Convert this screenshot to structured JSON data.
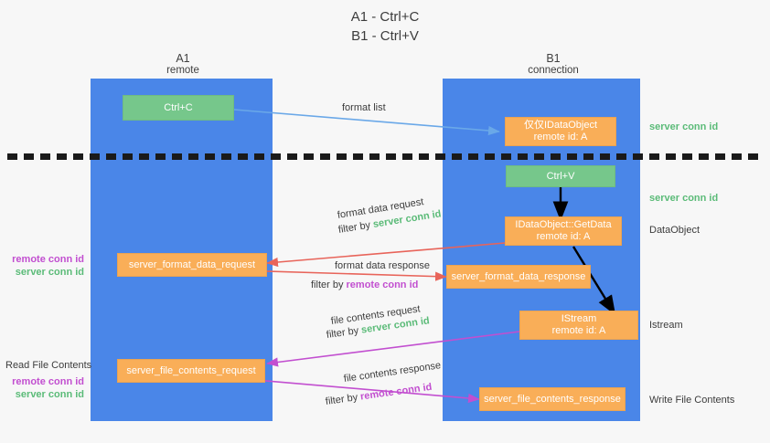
{
  "title": {
    "line1": "A1 - Ctrl+C",
    "line2": "B1 - Ctrl+V"
  },
  "columns": [
    {
      "id": "a1",
      "name": "A1",
      "role": "remote"
    },
    {
      "id": "b1",
      "name": "B1",
      "role": "connection"
    }
  ],
  "colors": {
    "lane": "#4a86e8",
    "green_box": "#76c78b",
    "orange_box": "#f9ae58",
    "server_conn_id": "#5bbb78",
    "remote_conn_id": "#c24fd0",
    "red_arrow": "#e8645a",
    "magenta_arrow": "#c24fd0",
    "blue_arrow": "#6aa8e8",
    "black_arrow": "#000000",
    "background": "#f7f7f7"
  },
  "boxes": {
    "ctrl_c": {
      "line1": "Ctrl+C"
    },
    "ctrl_v": {
      "line1": "Ctrl+V"
    },
    "idataobject_top": {
      "line1": "仅仅IDataObject",
      "line2": "remote id: A"
    },
    "idataobject_getdata": {
      "line1": "IDataObject::GetData",
      "line2": "remote id: A"
    },
    "istream": {
      "line1": "IStream",
      "line2": "remote id: A"
    },
    "server_format_data_request": {
      "line1": "server_format_data_request"
    },
    "server_format_data_response": {
      "line1": "server_format_data_response"
    },
    "server_file_contents_request": {
      "line1": "server_file_contents_request"
    },
    "server_file_contents_response": {
      "line1": "server_file_contents_response"
    }
  },
  "right_labels": [
    {
      "id": "server-conn-id-1",
      "text": "server conn id",
      "kind": "server"
    },
    {
      "id": "server-conn-id-2",
      "text": "server conn id",
      "kind": "server"
    },
    {
      "id": "dataobject",
      "text": "DataObject",
      "kind": "plain"
    },
    {
      "id": "istream",
      "text": "Istream",
      "kind": "plain"
    },
    {
      "id": "write-file-contents",
      "text": "Write File Contents",
      "kind": "plain"
    }
  ],
  "left_labels": {
    "group1": {
      "remote": "remote conn id",
      "server": "server conn id"
    },
    "read_file_contents": "Read File Contents",
    "group2": {
      "remote": "remote conn id",
      "server": "server conn id"
    }
  },
  "arrow_captions": {
    "format_list": "format list",
    "format_data_request": "format data request",
    "format_data_request_filter_prefix": "filter by ",
    "format_data_request_filter_value": "server conn id",
    "format_data_response": "format data response",
    "format_data_response_filter_prefix": "filter by ",
    "format_data_response_filter_value": "remote conn id",
    "file_contents_request": "file contents request",
    "file_contents_request_filter_prefix": "filter by ",
    "file_contents_request_filter_value": "server conn id",
    "file_contents_response": "file contents response",
    "file_contents_response_filter_prefix": "filter by ",
    "file_contents_response_filter_value": "remote conn id"
  }
}
